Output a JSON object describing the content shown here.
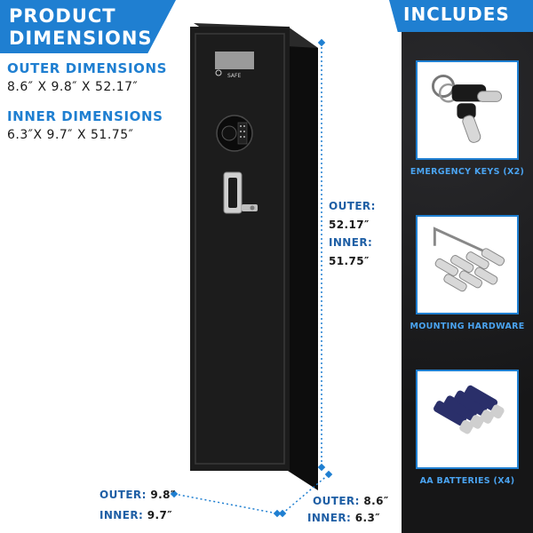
{
  "title": {
    "line1": "PRODUCT",
    "line2": "DIMENSIONS"
  },
  "outer_dimensions": {
    "heading": "OUTER DIMENSIONS",
    "value": "8.6″ X 9.8″ X 52.17″"
  },
  "inner_dimensions": {
    "heading": "INNER DIMENSIONS",
    "value": "6.3″X 9.7″ X 51.75″"
  },
  "height_label": {
    "outer_label": "OUTER:",
    "outer_value": "52.17″",
    "inner_label": "INNER:",
    "inner_value": "51.75″"
  },
  "width_label": {
    "outer_label": "OUTER:",
    "outer_value": "9.8″",
    "inner_label": "INNER:",
    "inner_value": "9.7″"
  },
  "depth_label": {
    "outer_label": "OUTER:",
    "outer_value": "8.6″",
    "inner_label": "INNER:",
    "inner_value": "6.3″"
  },
  "safe": {
    "brand": "SAFE"
  },
  "includes": {
    "heading": "INCLUDES",
    "items": [
      {
        "caption": "EMERGENCY KEYS (X2)",
        "icon": "keys-icon"
      },
      {
        "caption": "MOUNTING HARDWARE",
        "icon": "mounting-hardware-icon"
      },
      {
        "caption": "AA BATTERIES (X4)",
        "icon": "batteries-icon"
      }
    ]
  },
  "colors": {
    "accent": "#1f7fd1",
    "panel": "#1b1b1d",
    "caption": "#4aa3f0",
    "safe_body": "#1c1c1c"
  }
}
